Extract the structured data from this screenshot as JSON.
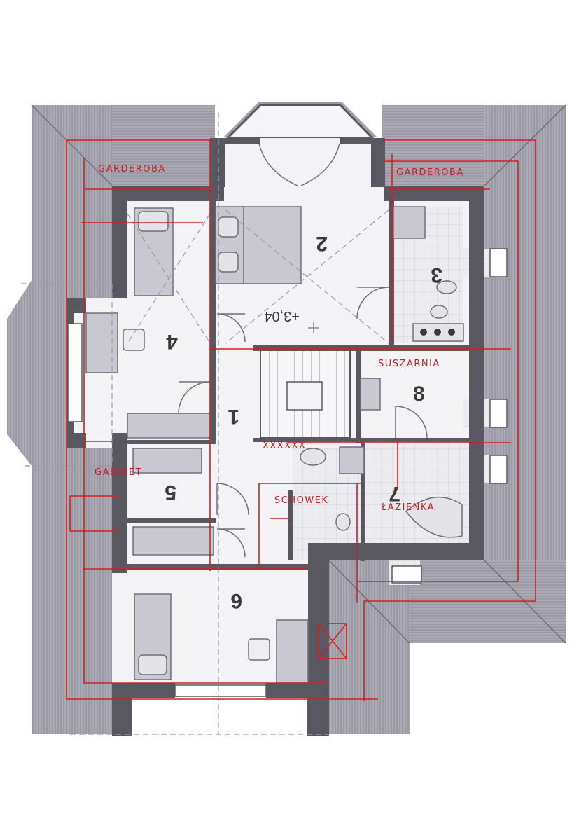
{
  "colors": {
    "roof": "#9b9aa4",
    "roof_lines": "#b8b7c0",
    "wall": "#595860",
    "floor": "#f3f2f5",
    "furniture": "#c9c8d0",
    "tile": "#e6e5ea",
    "ink": "#d61f1f",
    "dash": "#9a9aa6"
  },
  "rooms": {
    "r1": "1",
    "r2": "2",
    "r3": "3",
    "r4": "4",
    "r5": "5",
    "r6": "6",
    "r7": "7",
    "r8": "8"
  },
  "level_mark": "+3,04",
  "annotations": {
    "garderoba_left": "GARDEROBA",
    "garderoba_right": "GARDEROBA",
    "suszarnia": "SUSZARNIA",
    "gabinet": "GABINET",
    "schowek": "SCHOWEK",
    "lazienka": "ŁAZIENKA",
    "crosses": "XXXXXX"
  }
}
